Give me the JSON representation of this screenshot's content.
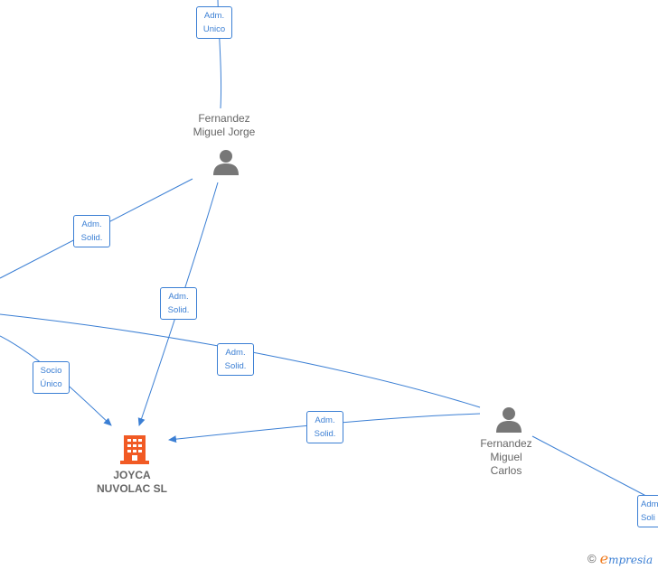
{
  "nodes": {
    "fernandez_jorge": {
      "name": "Fernandez\nMiguel Jorge",
      "icon": "person-icon"
    },
    "fernandez_carlos": {
      "name": "Fernandez\nMiguel\nCarlos",
      "icon": "person-icon"
    },
    "company": {
      "name": "JOYCA\nNUVOLAC  SL",
      "icon": "building-icon",
      "color": "#f15a24"
    }
  },
  "edges": [
    {
      "label": "Adm.\nUnico"
    },
    {
      "label": "Adm.\nSolid."
    },
    {
      "label": "Adm.\nSolid."
    },
    {
      "label": "Socio\nÚnico"
    },
    {
      "label": "Adm.\nSolid."
    },
    {
      "label": "Adm.\nSolid."
    },
    {
      "label": "Adm.\nSoli"
    }
  ],
  "brand": {
    "copyright": "©",
    "e": "e",
    "rest": "mpresia"
  },
  "colors": {
    "edge": "#3b7fd4",
    "person": "#777777",
    "company": "#f15a24",
    "text": "#666666"
  }
}
